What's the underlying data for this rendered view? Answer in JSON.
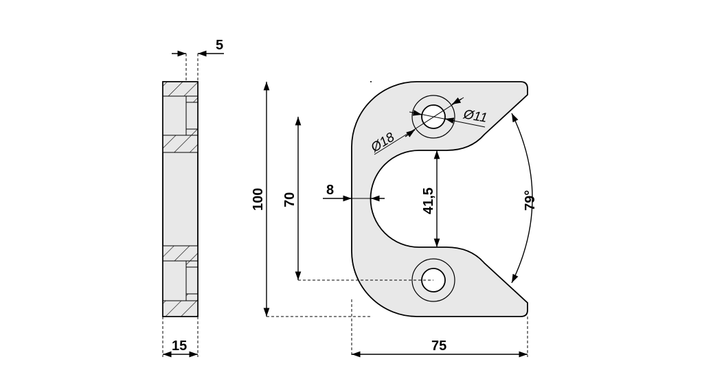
{
  "drawing": {
    "colors": {
      "part_fill": "#e8e8e8",
      "line": "#000000"
    },
    "side_view": {
      "dim_thickness": "15",
      "dim_counterbore_depth": "5"
    },
    "front_view": {
      "dim_height": "100",
      "dim_hole_spacing": "70",
      "dim_wall": "8",
      "dim_slot_width": "41,5",
      "dim_angle": "79°",
      "dim_width": "75",
      "dim_counterbore_dia": "Ø18",
      "dim_hole_dia": "Ø11"
    }
  }
}
